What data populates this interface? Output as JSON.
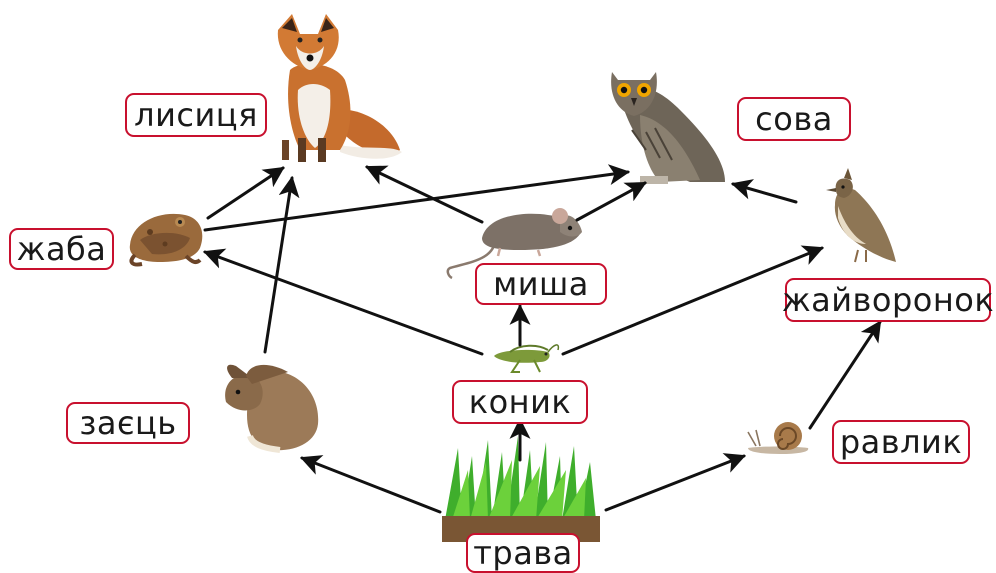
{
  "organisms": {
    "fox": "лисиця",
    "owl": "сова",
    "frog": "жаба",
    "mouse": "миша",
    "lark": "жайворонок",
    "hare": "заєць",
    "grasshopper": "коник",
    "snail": "равлик",
    "grass": "трава"
  },
  "links": [
    {
      "from": "grass",
      "to": "hare"
    },
    {
      "from": "grass",
      "to": "grasshopper"
    },
    {
      "from": "grass",
      "to": "snail"
    },
    {
      "from": "grasshopper",
      "to": "mouse"
    },
    {
      "from": "grasshopper",
      "to": "frog"
    },
    {
      "from": "grasshopper",
      "to": "lark"
    },
    {
      "from": "snail",
      "to": "lark"
    },
    {
      "from": "hare",
      "to": "fox"
    },
    {
      "from": "frog",
      "to": "fox"
    },
    {
      "from": "mouse",
      "to": "fox"
    },
    {
      "from": "frog",
      "to": "owl"
    },
    {
      "from": "mouse",
      "to": "owl"
    },
    {
      "from": "lark",
      "to": "owl"
    }
  ],
  "colors": {
    "label_border": "#c8102e",
    "arrow": "#111111",
    "text": "#1a1a1a"
  }
}
